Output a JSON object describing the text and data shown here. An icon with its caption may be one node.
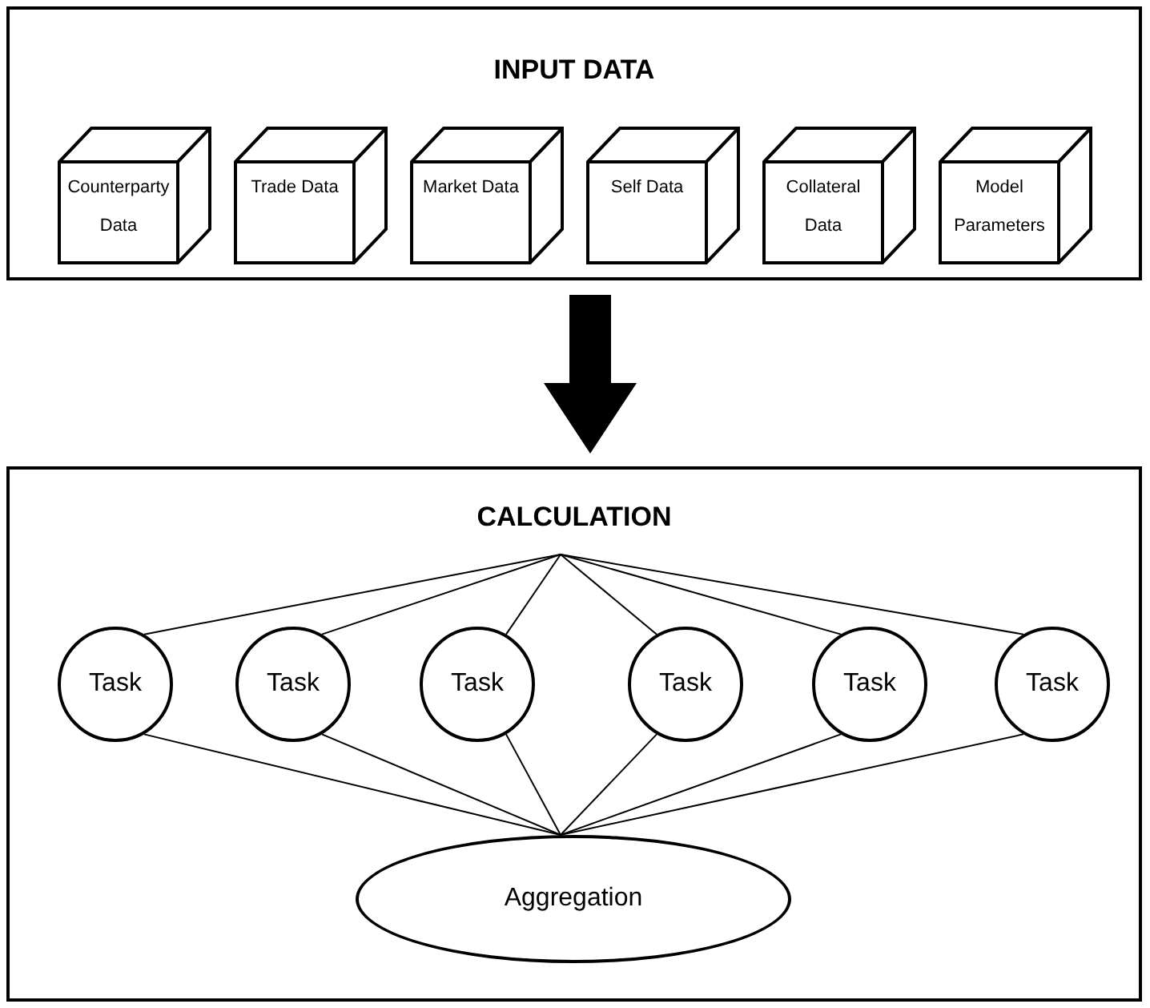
{
  "diagram": {
    "nodes": [
      {
        "text": [
          "INPUT DATA"
        ]
      },
      {
        "text": [
          "Counterparty Data"
        ],
        "in": 0
      },
      {
        "text": [
          "Trade Data"
        ],
        "in": 0
      },
      {
        "text": [
          "Market Data"
        ],
        "in": 0
      },
      {
        "text": [
          "Self Data"
        ],
        "in": 0
      },
      {
        "text": [
          "Collateral Data"
        ],
        "in": 0
      },
      {
        "text": [
          "Model Parameters"
        ],
        "in": 0
      },
      {
        "text": [
          "CALCULATION"
        ]
      },
      {
        "text": [
          "Task"
        ],
        "in": 7
      },
      {
        "text": [
          "Task"
        ],
        "in": 7
      },
      {
        "text": [
          "Task"
        ],
        "in": 7
      },
      {
        "text": [
          "Task"
        ],
        "in": 7
      },
      {
        "text": [
          "Task"
        ],
        "in": 7
      },
      {
        "text": [
          "Task"
        ],
        "in": 7
      },
      {
        "text": [
          "Aggregation"
        ],
        "in": 7
      }
    ],
    "edges": [
      {
        "from": 0,
        "to": 7,
        "arrow": "to",
        "style": "thick"
      },
      {
        "from": null,
        "to": 8,
        "arrow": "none"
      },
      {
        "from": null,
        "to": 9,
        "arrow": "none"
      },
      {
        "from": null,
        "to": 10,
        "arrow": "none"
      },
      {
        "from": null,
        "to": 11,
        "arrow": "none"
      },
      {
        "from": null,
        "to": 12,
        "arrow": "none"
      },
      {
        "from": null,
        "to": 13,
        "arrow": "none"
      },
      {
        "from": 8,
        "to": 14,
        "arrow": "none"
      },
      {
        "from": 9,
        "to": 14,
        "arrow": "none"
      },
      {
        "from": 10,
        "to": 14,
        "arrow": "none"
      },
      {
        "from": 11,
        "to": 14,
        "arrow": "none"
      },
      {
        "from": 12,
        "to": 14,
        "arrow": "none"
      },
      {
        "from": 13,
        "to": 14,
        "arrow": "none"
      }
    ]
  }
}
